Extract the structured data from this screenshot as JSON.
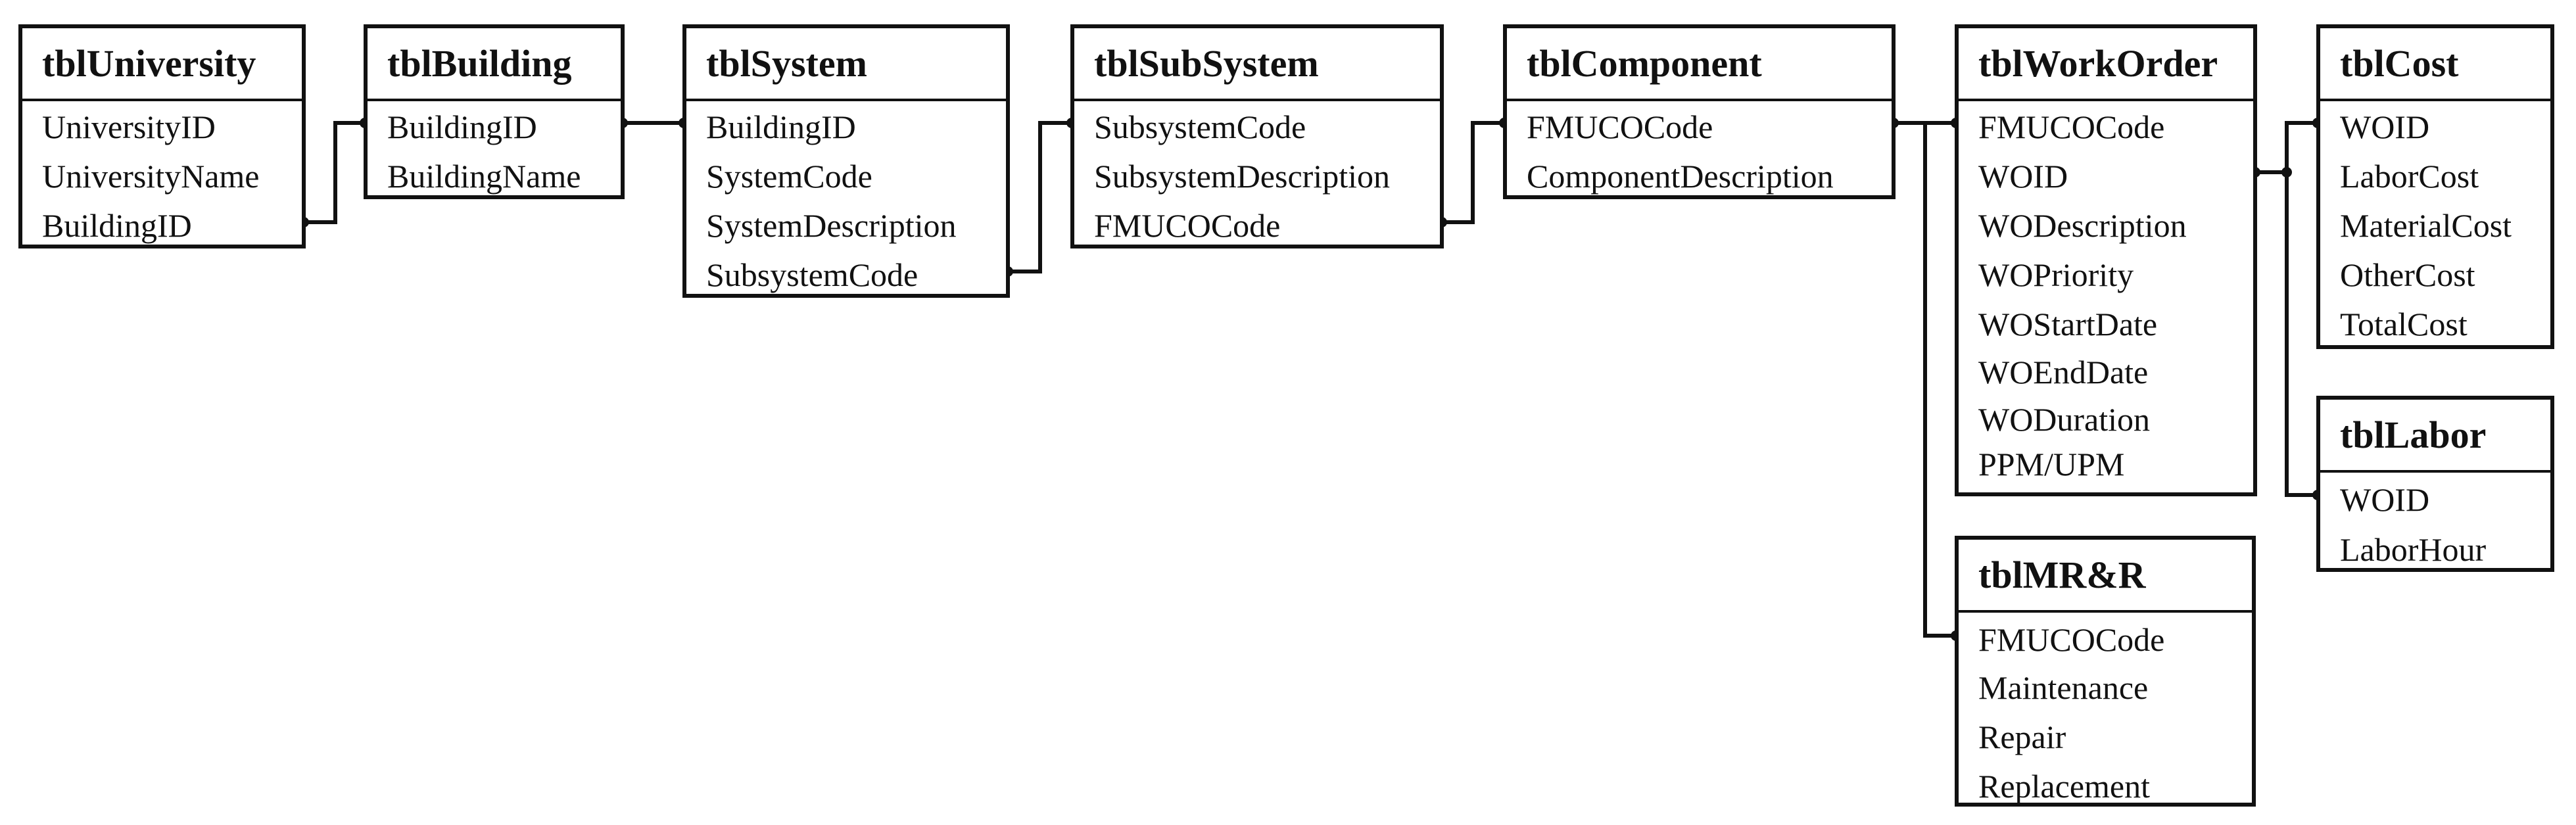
{
  "tables": {
    "university": {
      "title": "tblUniversity",
      "fields": [
        "UniversityID",
        "UniversityName",
        "BuildingID"
      ]
    },
    "building": {
      "title": "tblBuilding",
      "fields": [
        "BuildingID",
        "BuildingName"
      ]
    },
    "system": {
      "title": "tblSystem",
      "fields": [
        "BuildingID",
        "SystemCode",
        "SystemDescription",
        "SubsystemCode"
      ]
    },
    "subsystem": {
      "title": "tblSubSystem",
      "fields": [
        "SubsystemCode",
        "SubsystemDescription",
        "FMUCOCode"
      ]
    },
    "component": {
      "title": "tblComponent",
      "fields": [
        "FMUCOCode",
        "ComponentDescription"
      ]
    },
    "workorder": {
      "title": "tblWorkOrder",
      "fields": [
        "FMUCOCode",
        "WOID",
        "WODescription",
        "WOPriority",
        "WOStartDate",
        "WOEndDate",
        "WODuration",
        "PPM/UPM"
      ]
    },
    "cost": {
      "title": "tblCost",
      "fields": [
        "WOID",
        "LaborCost",
        "MaterialCost",
        "OtherCost",
        "TotalCost"
      ]
    },
    "labor": {
      "title": "tblLabor",
      "fields": [
        "WOID",
        "LaborHour"
      ]
    },
    "mrr": {
      "title": "tblMR&R",
      "fields": [
        "FMUCOCode",
        "Maintenance",
        "Repair",
        "Replacement"
      ]
    }
  },
  "colors": {
    "line": "#111111",
    "background": "#ffffff"
  }
}
